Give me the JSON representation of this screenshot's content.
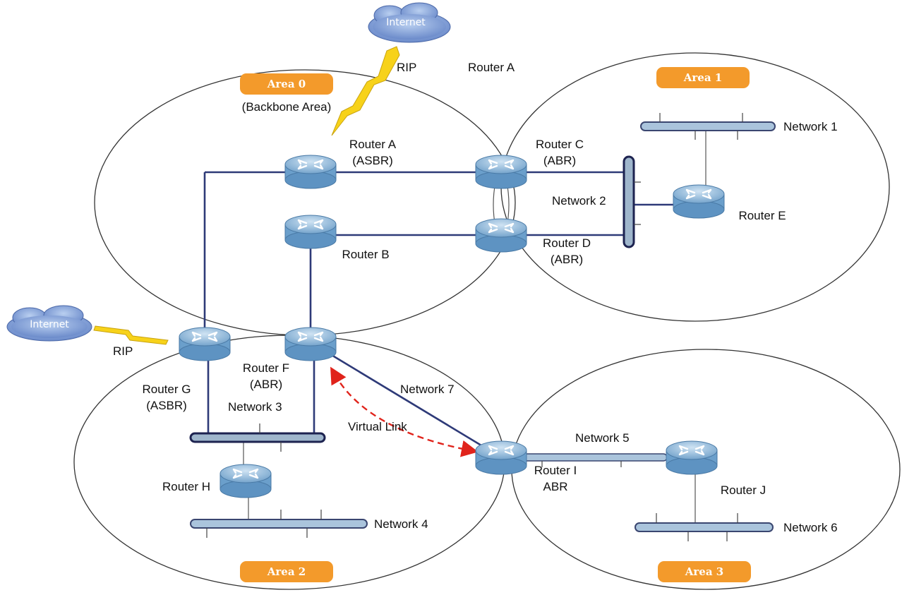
{
  "areas": [
    {
      "label": "Area 0",
      "sub": "(Backbone Area)"
    },
    {
      "label": "Area 1"
    },
    {
      "label": "Area 2"
    },
    {
      "label": "Area 3"
    }
  ],
  "clouds": {
    "top": "Internet",
    "left": "Internet"
  },
  "rip": {
    "top": "RIP",
    "left": "RIP"
  },
  "router_a_top": "Router A",
  "routers": {
    "a": [
      "Router A",
      "(ASBR)"
    ],
    "b": [
      "Router B"
    ],
    "c": [
      "Router C",
      "(ABR)"
    ],
    "d": [
      "Router D",
      "(ABR)"
    ],
    "e": [
      "Router E"
    ],
    "f": [
      "Router F",
      "(ABR)"
    ],
    "g": [
      "Router G",
      "(ASBR)"
    ],
    "h": [
      "Router H"
    ],
    "i": [
      "Router I",
      "ABR"
    ],
    "j": [
      "Router J"
    ]
  },
  "networks": {
    "n1": "Network 1",
    "n2": "Network 2",
    "n3": "Network 3",
    "n4": "Network 4",
    "n5": "Network 5",
    "n6": "Network 6",
    "n7": "Network 7"
  },
  "virtual_link": "Virtual Link",
  "colors": {
    "area_badge": "#f39a2b",
    "router": "#7fb1d9",
    "link": "#2e3a78",
    "virtual_link": "#e0231b",
    "lightning": "#f7d21a"
  }
}
